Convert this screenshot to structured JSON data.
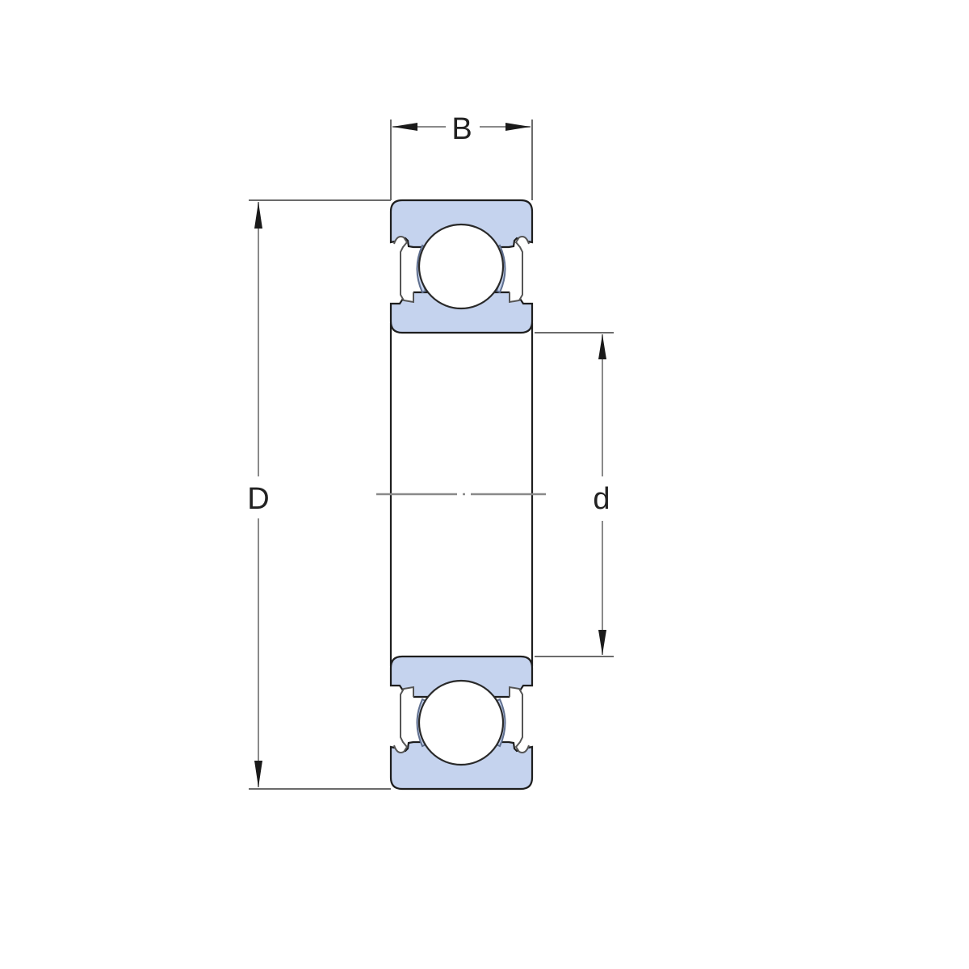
{
  "diagram": {
    "type": "deep groove ball bearing cross-section (sealed/shielded)",
    "labels": {
      "width": "B",
      "outer_diameter": "D",
      "bore_diameter": "d"
    },
    "colors": {
      "ring_fill": "#c5d3ee",
      "outline": "#1e1e1e",
      "dimension_line": "#8a8a8a",
      "background": "#ffffff"
    }
  }
}
